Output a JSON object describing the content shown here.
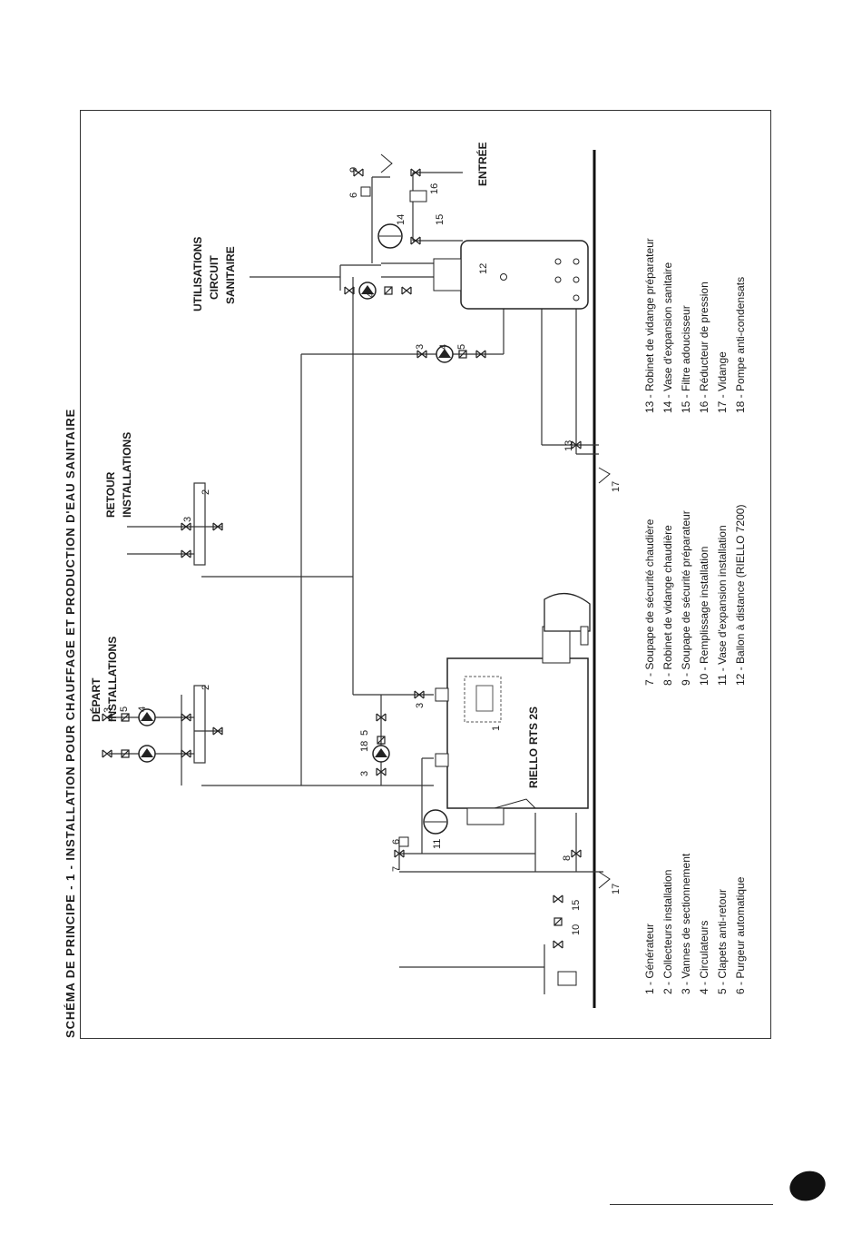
{
  "title": "SCHÉMA DE PRINCIPE - 1 - INSTALLATION POUR CHAUFFAGE ET PRODUCTION D'EAU SANITAIRE",
  "section_labels": {
    "depart": [
      "DÉPART",
      "INSTALLATIONS"
    ],
    "retour": [
      "RETOUR",
      "INSTALLATIONS"
    ],
    "utilisations": [
      "UTILISATIONS",
      "CIRCUIT",
      "SANITAIRE"
    ],
    "entree": "ENTRÉE"
  },
  "generator": {
    "brand": "RIELLO",
    "model": "RTS 2S"
  },
  "callouts": {
    "n1": "1",
    "n2": "2",
    "n3": "3",
    "n4": "4",
    "n5": "5",
    "n6": "6",
    "n7": "7",
    "n8": "8",
    "n9": "9",
    "n10": "10",
    "n11": "11",
    "n12": "12",
    "n13": "13",
    "n14": "14",
    "n15": "15",
    "n16": "16",
    "n17": "17",
    "n18": "18"
  },
  "legend": {
    "col1": [
      "1  - Générateur",
      "2  - Collecteurs installation",
      "3  - Vannes de sectionnement",
      "4  - Circulateurs",
      "5  - Clapets anti-retour",
      "6  - Purgeur automatique"
    ],
    "col2": [
      "7  - Soupape de sécurité chaudière",
      "8  - Robinet de vidange chaudière",
      "9  - Soupape de sécurité préparateur",
      "10 - Remplissage installation",
      "11 - Vase d'expansion installation",
      "12 - Ballon à distance (RIELLO 7200)"
    ],
    "col3": [
      "13 - Robinet de vidange préparateur",
      "14 - Vase d'expansion sanitaire",
      "15 - Filtre adoucisseur",
      "16 - Réducteur de pression",
      "17 - Vidange",
      "18 - Pompe anti-condensats"
    ]
  }
}
